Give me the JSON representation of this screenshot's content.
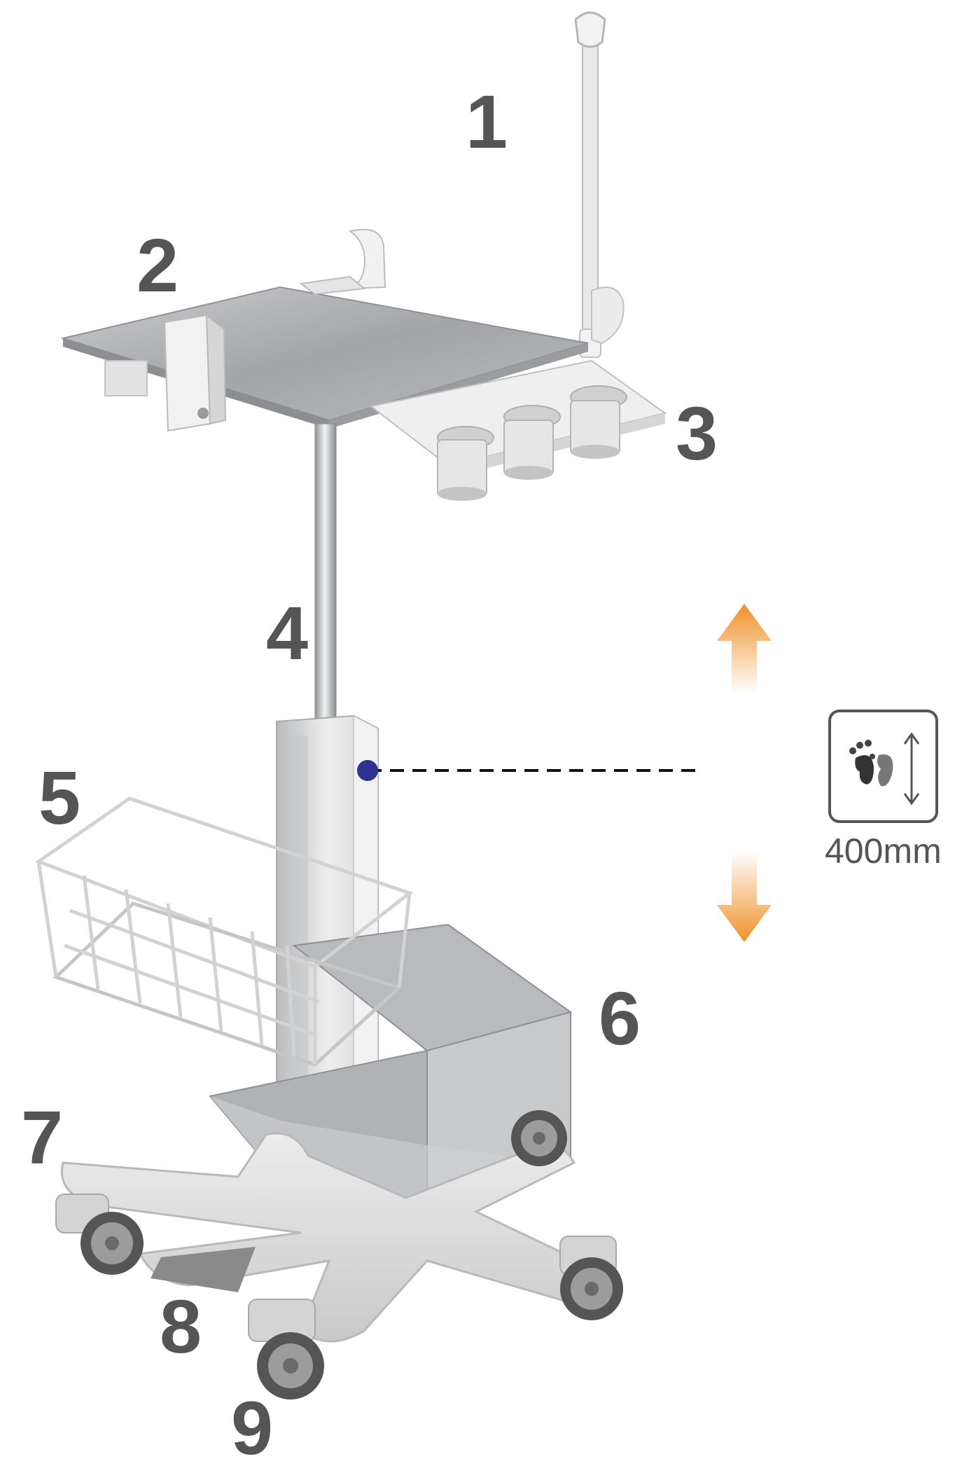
{
  "callouts": [
    "1",
    "2",
    "3",
    "4",
    "5",
    "6",
    "7",
    "8",
    "9"
  ],
  "height_adjustment": {
    "value_label": "400mm",
    "icon": "foot-pedal-icon",
    "arrows": [
      "arrow-up-icon",
      "arrow-down-icon"
    ]
  },
  "colors": {
    "callout_text": "#555555",
    "arrow_orange": "#f0912a",
    "leader_dot": "#2b3590",
    "tray_metal": "#a7a9ac",
    "plastic_white": "#f1f1f1",
    "base_gray": "#dcdcdc"
  }
}
